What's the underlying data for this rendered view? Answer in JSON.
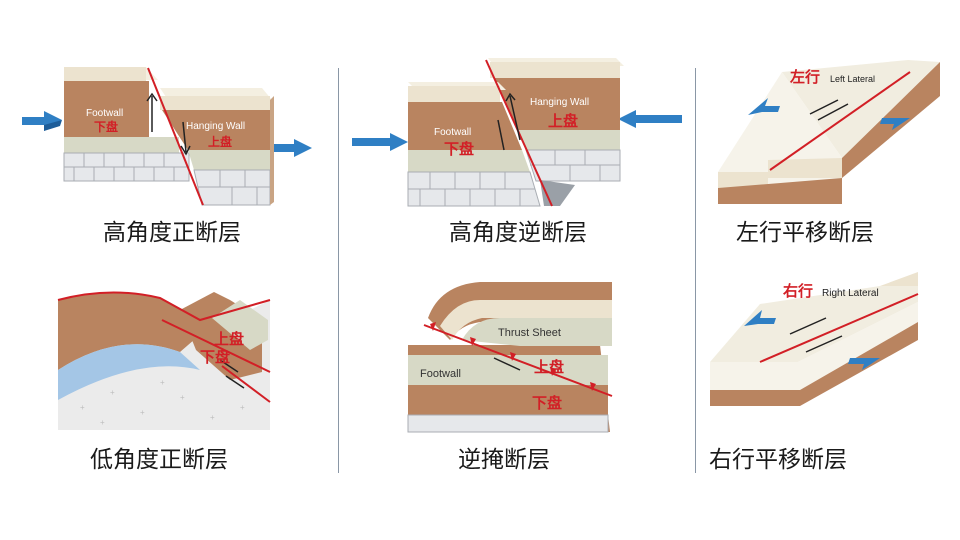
{
  "panels": [
    {
      "caption": "高角度正断层",
      "labels": {
        "footwall": "Footwall",
        "footwall_cn": "下盘",
        "hanging": "Hanging Wall",
        "hanging_cn": "上盘"
      }
    },
    {
      "caption": "高角度逆断层",
      "labels": {
        "footwall": "Footwall",
        "footwall_cn": "下盘",
        "hanging": "Hanging Wall",
        "hanging_cn": "上盘"
      }
    },
    {
      "caption": "左行平移断层",
      "labels": {
        "cn": "左行",
        "en": "Left Lateral"
      }
    },
    {
      "caption": "低角度正断层",
      "labels": {
        "hanging_cn": "上盘",
        "footwall_cn": "下盘"
      }
    },
    {
      "caption": "逆掩断层",
      "labels": {
        "sheet": "Thrust Sheet",
        "footwall": "Footwall",
        "hanging_cn": "上盘",
        "footwall_cn": "下盘"
      }
    },
    {
      "caption": "右行平移断层",
      "labels": {
        "cn": "右行",
        "en": "Right Lateral"
      }
    }
  ],
  "colors": {
    "gravel": "#ece3cf",
    "soil": "#b98460",
    "soil_dark": "#9a6a4b",
    "sandstone": "#d7d9c6",
    "brick": "#e6e8eb",
    "brick_line": "#a9adb3",
    "fault": "#d21f26",
    "label_cn": "#d21f26",
    "arrow_blue": "#2f7fc4",
    "slab": "#f1ede0",
    "granite": "#ebebeb",
    "divider": "#8a97a6"
  }
}
